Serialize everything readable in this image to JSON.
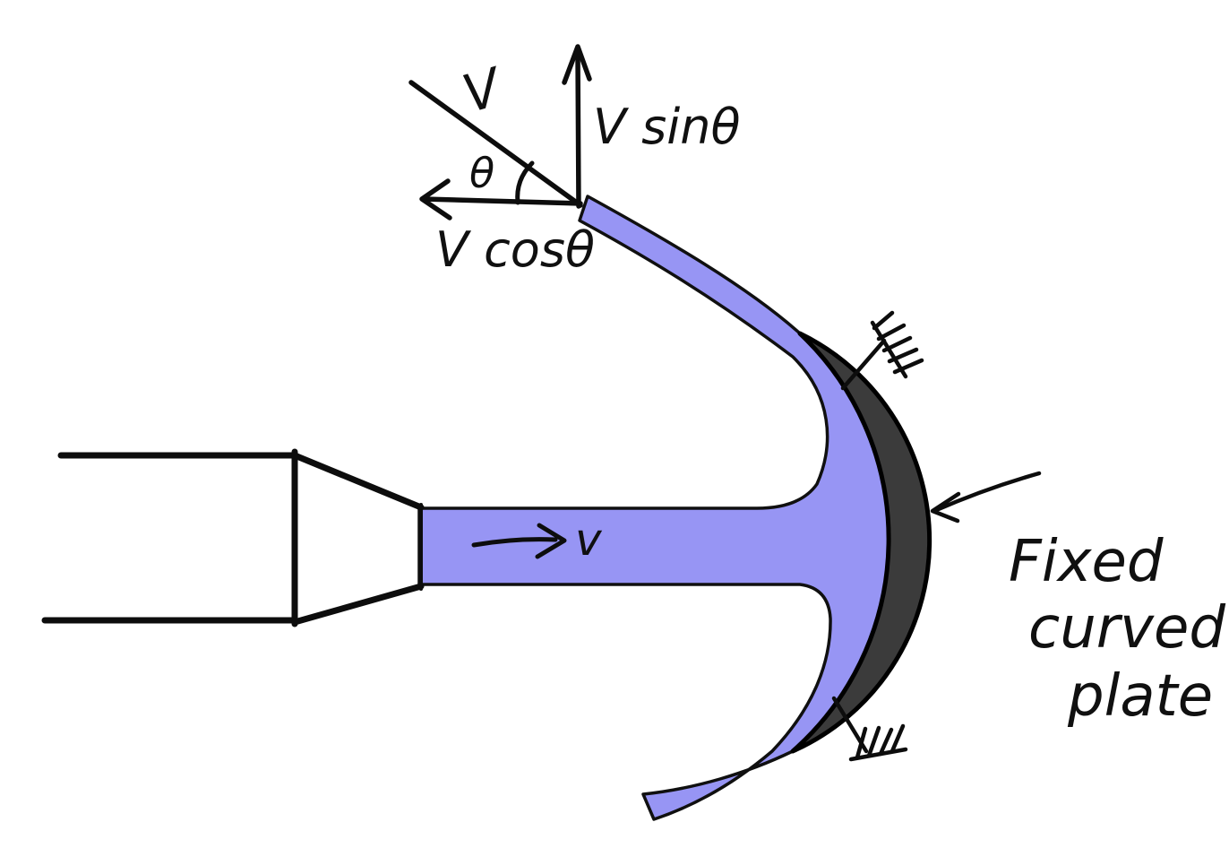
{
  "labels": {
    "resultant_velocity": "V",
    "angle": "θ",
    "vertical_component": "V sinθ",
    "horizontal_component": "V cosθ",
    "jet_velocity": "v",
    "caption_line1": "Fixed",
    "caption_line2": "curved",
    "caption_line3": "plate"
  },
  "colors": {
    "fluid": "#9795f4",
    "plate": "#3b3b3b",
    "ink": "#0d0d0d"
  }
}
